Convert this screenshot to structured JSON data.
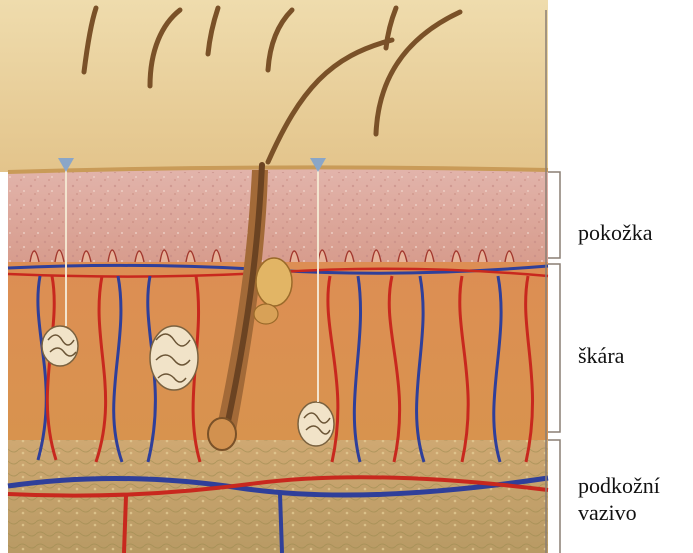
{
  "labels": {
    "epidermis": "pokožka",
    "dermis": "škára",
    "subcutis_line1": "podkožní",
    "subcutis_line2": "vazivo"
  },
  "colors": {
    "surface": "#e9cf97",
    "epidermis": "#dca59c",
    "dermis": "#d9894f",
    "subcutis": "#c6a36a",
    "hair": "#7a5128",
    "artery": "#c8281e",
    "vein": "#2f3f9a",
    "bracket": "#8a7e74"
  },
  "icons": [
    "hair-shaft",
    "sweat-gland",
    "sebaceous-gland",
    "blood-vessel",
    "pore-funnel"
  ]
}
